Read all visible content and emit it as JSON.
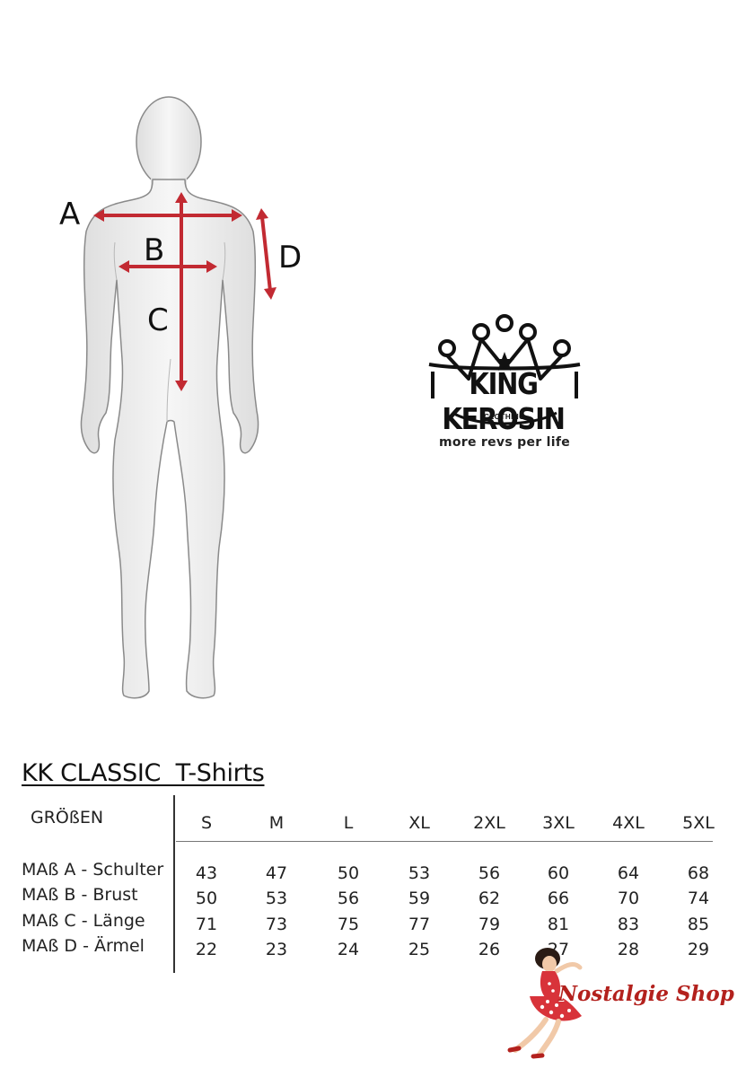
{
  "figure": {
    "labels": {
      "a": "A",
      "b": "B",
      "c": "C",
      "d": "D"
    },
    "colors": {
      "silhouette_fill": "#ececec",
      "silhouette_stroke": "#8a8a8a",
      "arrow": "#c22a32"
    }
  },
  "brand": {
    "name": "KING KEROSIN",
    "sub": "CLOTHING",
    "tagline": "more revs per life"
  },
  "table": {
    "title": "KK CLASSIC  T-Shirts",
    "header_label": "GRÖßEN",
    "sizes": [
      "S",
      "M",
      "L",
      "XL",
      "2XL",
      "3XL",
      "4XL",
      "5XL"
    ],
    "rows": [
      {
        "label": "MAß A - Schulter",
        "values": [
          "43",
          "47",
          "50",
          "53",
          "56",
          "60",
          "64",
          "68"
        ]
      },
      {
        "label": "MAß B - Brust",
        "values": [
          "50",
          "53",
          "56",
          "59",
          "62",
          "66",
          "70",
          "74"
        ]
      },
      {
        "label": "MAß C - Länge",
        "values": [
          "71",
          "73",
          "75",
          "77",
          "79",
          "81",
          "83",
          "85"
        ]
      },
      {
        "label": "MAß D - Ärmel",
        "values": [
          "22",
          "23",
          "24",
          "25",
          "26",
          "27",
          "28",
          "29"
        ]
      }
    ]
  },
  "nostalgie": {
    "text": "Nostalgie Shop",
    "colors": {
      "text": "#b3211d",
      "dress": "#d8333a"
    }
  }
}
